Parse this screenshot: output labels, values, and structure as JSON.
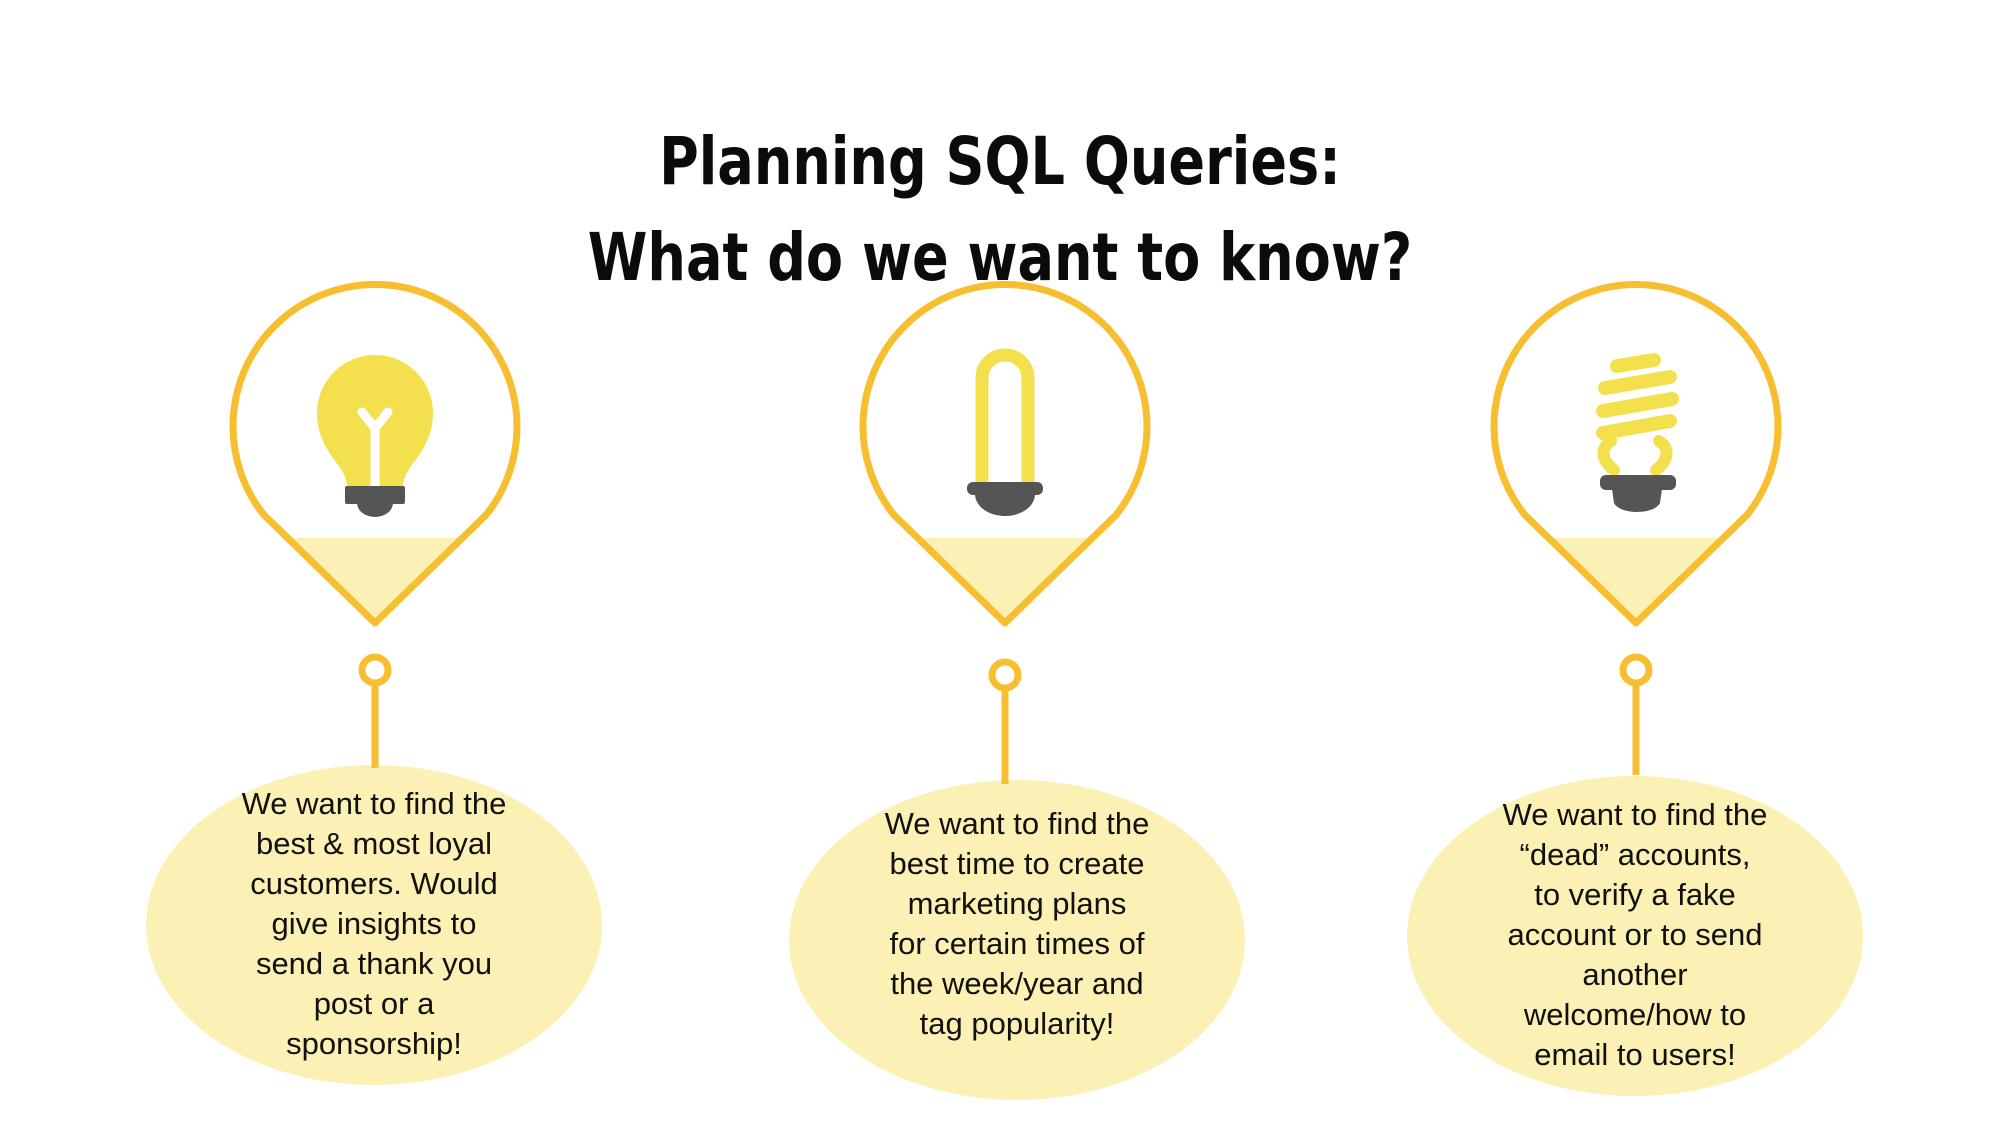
{
  "title": {
    "line1": "Planning SQL Queries:",
    "line2": "What do we want to know?"
  },
  "colors": {
    "outline": "#F7BE30",
    "bulb_fill": "#F4E04D",
    "bulb_base": "#555555",
    "pale_fill": "#FBF1B5"
  },
  "items": [
    {
      "icon": "lightbulb-icon",
      "lines": [
        "We want to find the",
        "best & most loyal",
        "customers. Would",
        "give insights to",
        "send a thank you",
        "post or a",
        "sponsorship!"
      ]
    },
    {
      "icon": "tube-bulb-icon",
      "lines": [
        "We want to find the",
        "best time to create",
        "marketing plans",
        "for certain times of",
        "the week/year and",
        "tag popularity!"
      ]
    },
    {
      "icon": "spiral-bulb-icon",
      "lines": [
        "We want to find the",
        "“dead” accounts,",
        "to verify a fake",
        "account or to send",
        "another",
        "welcome/how to",
        "email to users!"
      ]
    }
  ]
}
